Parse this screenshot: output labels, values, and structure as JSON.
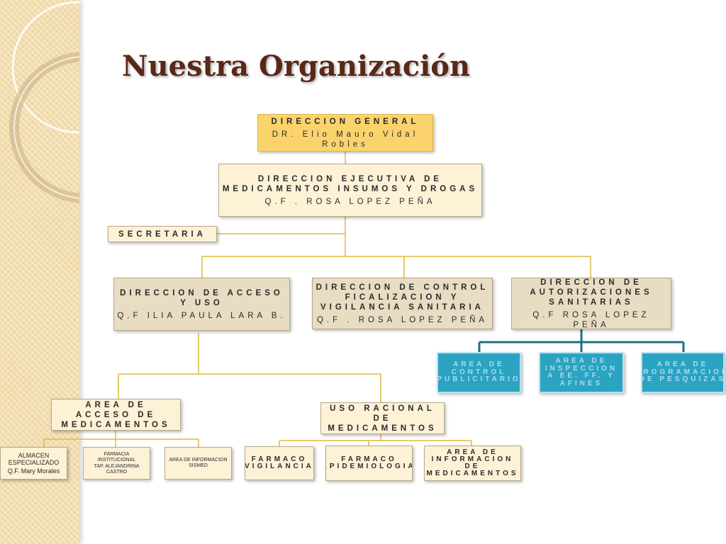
{
  "title": "Nuestra Organización",
  "colors": {
    "title": "#5a2818",
    "gold_box": "#fbd36d",
    "cream_box": "#fdf1d6",
    "tan_box": "#e8dcc3",
    "blue_box": "#2ba3c3",
    "connector_gold": "#e0b93a",
    "connector_teal": "#1f6f85"
  },
  "nodes": {
    "direccion_general": {
      "title": "DIRECCION GENERAL",
      "subtitle": "DR. Elio Mauro Vidal Robles"
    },
    "direccion_ejecutiva": {
      "title": "DIRECCION EJECUTIVA DE MEDICAMENTOS INSUMOS Y DROGAS",
      "subtitle": "Q.F . ROSA LOPEZ PEÑA"
    },
    "secretaria": {
      "title": "SECRETARIA"
    },
    "direccion_acceso": {
      "title": "DIRECCION DE ACCESO Y USO",
      "subtitle": "Q.F ILIA PAULA LARA B."
    },
    "direccion_control": {
      "title": "DIRECCION DE CONTROL FICALIZACION Y VIGILANCIA SANITARIA",
      "subtitle": "Q.F . ROSA LOPEZ PEÑA"
    },
    "direccion_autorizaciones": {
      "title": "DIRECCION DE AUTORIZACIONES SANITARIAS",
      "subtitle": "Q.F ROSA LOPEZ PEÑA"
    },
    "area_control_publicitario": {
      "title": "AREA DE CONTROL PUBLICITARIO"
    },
    "area_inspeccion": {
      "title": "AREA DE INSPECCION A EE. FF. Y AFINES"
    },
    "area_programacion": {
      "title": "AREA DE PROGRAMACION DE PESQUIZAS"
    },
    "area_acceso_medicamentos": {
      "title": "AREA DE ACCESO DE MEDICAMENTOS"
    },
    "uso_racional": {
      "title": "USO RACIONAL DE MEDICAMENTOS"
    },
    "almacen": {
      "title": "ALMACEN ESPECIALIZADO",
      "subtitle": "Q.F. Mary Morales"
    },
    "farmacia": {
      "title": "FARMACIA INSTITUCIONAL",
      "subtitle": "TAP. ALEJANDRINA CASTRO"
    },
    "area_informacion_sismed": {
      "title": "AREA DE INFORMACION SISMED"
    },
    "farmacovigilancia": {
      "title": "FARMACO VIGILANCIA"
    },
    "farmacoepidemiologia": {
      "title": "FARMACO EPIDEMIOLOGIA"
    },
    "area_informacion_medicamentos": {
      "title": "AREA DE INFORMACION DE MEDICAMENTOS"
    }
  }
}
